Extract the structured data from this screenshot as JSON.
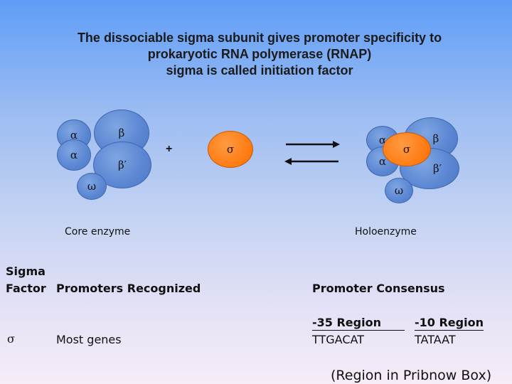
{
  "title": {
    "line1": "The dissociable sigma subunit gives promoter specificity to",
    "line2": "prokaryotic RNA polymerase (RNAP)",
    "line3": "sigma is called initiation factor"
  },
  "core_enzyme": {
    "alpha1": "α",
    "alpha2": "α",
    "beta": "β",
    "beta_prime": "β′",
    "omega": "ω",
    "label": "Core enzyme"
  },
  "plus_sign": "+",
  "sigma_free": "σ",
  "holoenzyme": {
    "alpha1": "α",
    "alpha2": "α",
    "sigma": "σ",
    "beta": "β",
    "beta_prime": "β′",
    "omega": "ω",
    "label": "Holoenzyme"
  },
  "table": {
    "col1_header_line1": "Sigma",
    "col1_header_line2": "Factor",
    "col2_header": "Promoters Recognized",
    "col3_header": "Promoter Consensus",
    "row": {
      "factor": "σ",
      "promoters": "Most genes",
      "region35_label": "-35 Region",
      "region35_seq": "TTGACAT",
      "region10_label": "-10 Region",
      "region10_seq": "TATAAT"
    },
    "footnote": "(Region in Pribnow Box)"
  },
  "colors": {
    "subunit_blue": "#5a86d2",
    "sigma_orange": "#ff7a10",
    "arrow": "#111111"
  }
}
